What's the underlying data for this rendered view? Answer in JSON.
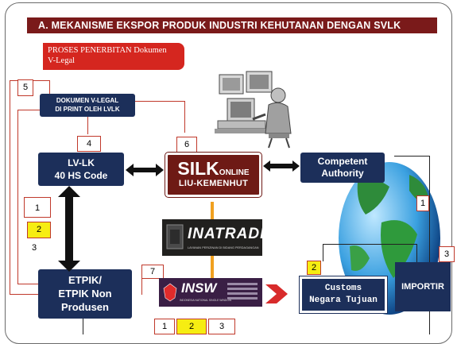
{
  "title": "A. MEKANISME EKSPOR PRODUK INDUSTRI KEHUTANAN DENGAN SVLK",
  "proses": {
    "line1": "PROSES PENERBITAN Dokumen",
    "line2": "V-Legal"
  },
  "dokumen": {
    "line1": "DOKUMEN V-LEGAL",
    "line2": "DI PRINT OLEH LVLK"
  },
  "lvlk": {
    "line1": "LV-LK",
    "line2": "40 HS Code"
  },
  "silk": {
    "big": "SILK",
    "small": "ONLINE",
    "sub": "LIU-KEMENHUT"
  },
  "competent": {
    "line1": "Competent",
    "line2": "Authority"
  },
  "etpik": {
    "line1": "ETPIK/",
    "line2": "ETPIK Non",
    "line3": "Produsen"
  },
  "customs": {
    "line1": "Customs",
    "line2": "Negara Tujuan"
  },
  "importir": "IMPORTIR",
  "inatrade": {
    "logo": "INATRADE",
    "tagline": "LAYANAN PERIZINAN DI BIDANG PERDAGANGAN"
  },
  "insw": {
    "logo": "INSW",
    "tagline": "INDONESIA NATIONAL SINGLE WINDOW"
  },
  "steps": {
    "s4": "4",
    "s5": "5",
    "s6": "6",
    "s7": "7",
    "left1": "1",
    "left2": "2",
    "left3": "3",
    "b1": "1",
    "b2": "2",
    "b3": "3",
    "right1": "1",
    "right3": "3",
    "c2": "2"
  },
  "colors": {
    "title_bg": "#7a1a1a",
    "proses_bg": "#d5261f",
    "navy": "#1c2f5a",
    "silk_bg": "#6e1a15",
    "highlight": "#f6ed12",
    "connector": "#c0392b",
    "arrow_dark": "#1a1a1a",
    "arrow_red": "#c0392b"
  }
}
